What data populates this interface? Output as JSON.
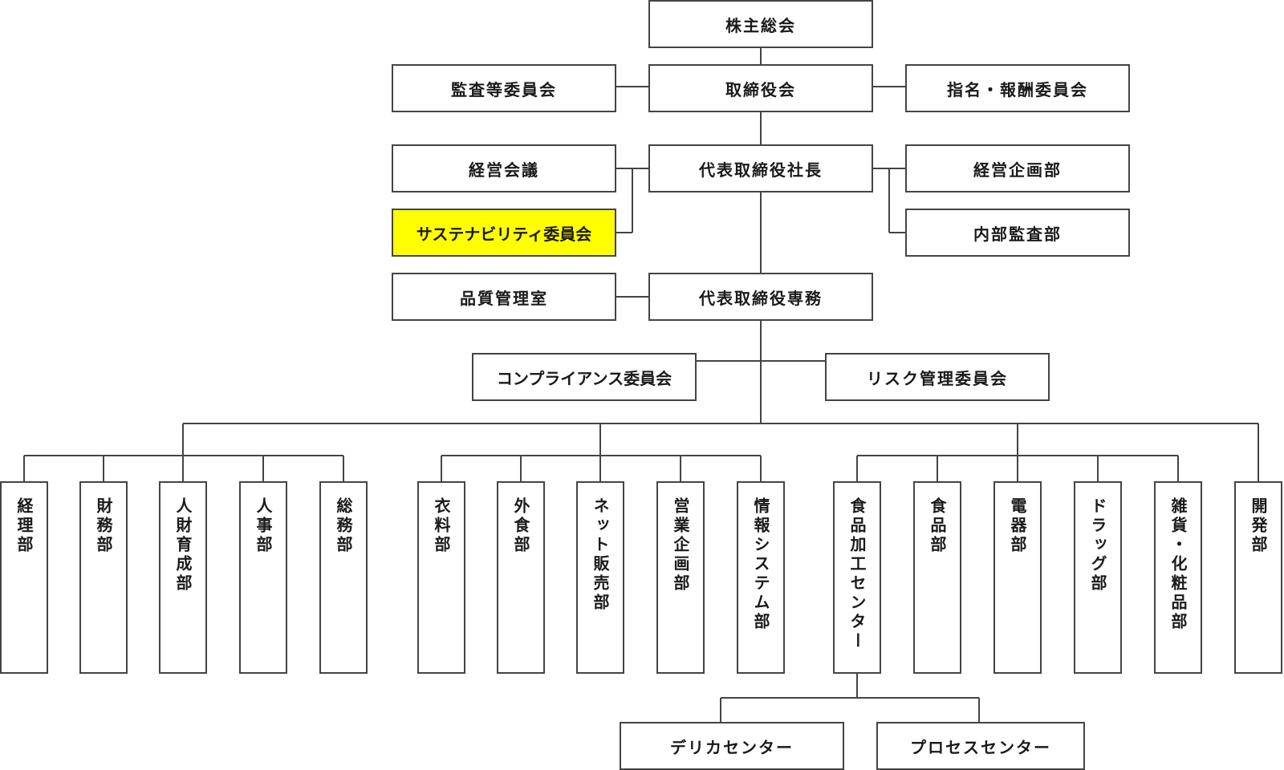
{
  "colors": {
    "box_border": "#444444",
    "line": "#444444",
    "highlight": "#ffff00",
    "text": "#1a1a1a"
  },
  "top": {
    "shareholders": "株主総会",
    "board": "取締役会",
    "audit_committee": "監査等委員会",
    "nomination_committee": "指名・報酬委員会"
  },
  "president": {
    "title": "代表取締役社長",
    "management_meeting": "経営会議",
    "sustainability_committee": "サステナビリティ委員会",
    "planning_dept": "経営企画部",
    "internal_audit": "内部監査部"
  },
  "senior_md": {
    "title": "代表取締役専務",
    "quality_office": "品質管理室",
    "compliance_committee": "コンプライアンス委員会",
    "risk_committee": "リスク管理委員会"
  },
  "departments": {
    "group1": [
      "経理部",
      "財務部",
      "人財育成部",
      "人事部",
      "総務部"
    ],
    "group2": [
      "衣料部",
      "外食部",
      "ネット販売部",
      "営業企画部",
      "情報システム部"
    ],
    "group3": [
      "食品加工センター",
      "食品部",
      "電器部",
      "ドラッグ部",
      "雑貨・化粧品部",
      "開発部"
    ]
  },
  "sub_centers": [
    "デリカセンター",
    "プロセスセンター"
  ]
}
